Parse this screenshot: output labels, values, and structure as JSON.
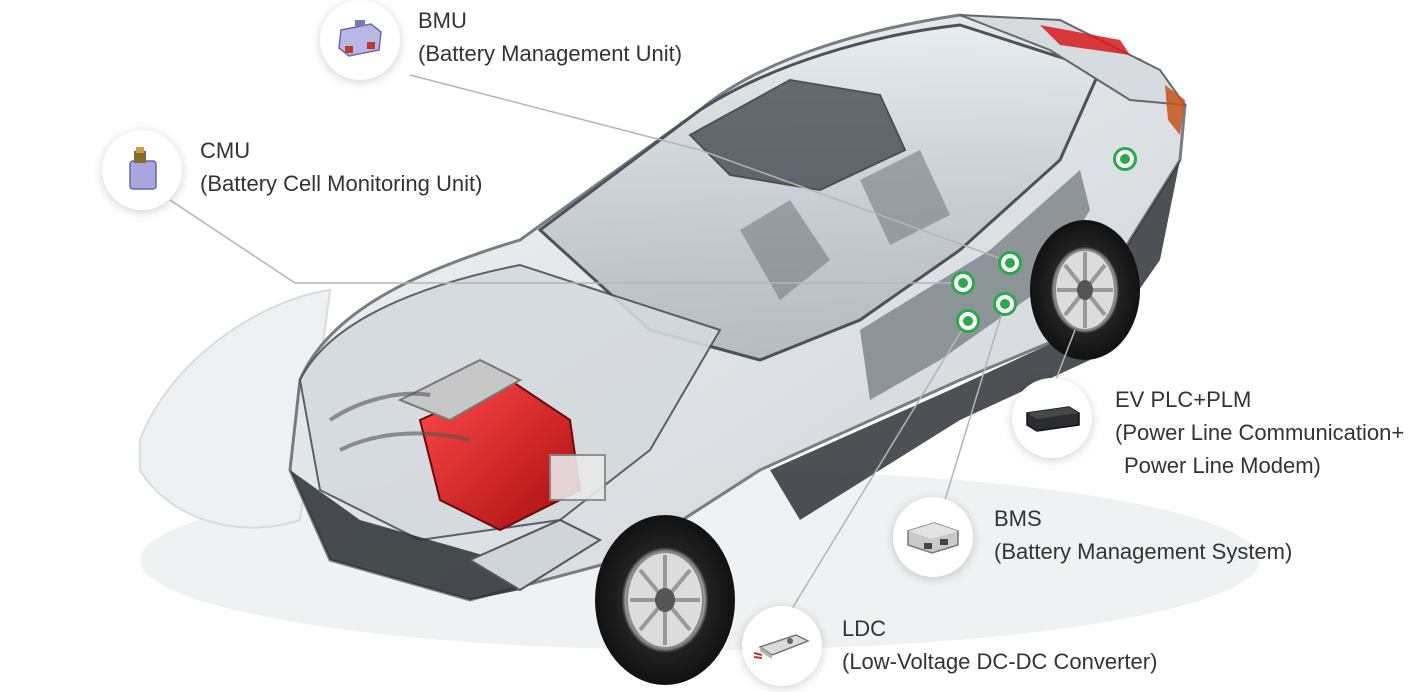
{
  "diagram": {
    "components": [
      {
        "id": "bmu",
        "name": "BMU",
        "description": "(Battery Management Unit)",
        "icon": "bmu-module-icon"
      },
      {
        "id": "cmu",
        "name": "CMU",
        "description": "(Battery Cell Monitoring Unit)",
        "icon": "cmu-module-icon"
      },
      {
        "id": "plc",
        "name": "EV PLC+PLM",
        "description": "(Power Line Communication+",
        "description_line2": "Power Line Modem)",
        "icon": "plc-box-icon"
      },
      {
        "id": "bms",
        "name": "BMS",
        "description": "(Battery Management System)",
        "icon": "bms-module-icon"
      },
      {
        "id": "ldc",
        "name": "LDC",
        "description": "(Low-Voltage DC-DC Converter)",
        "icon": "ldc-converter-icon"
      }
    ],
    "colors": {
      "marker": "#2aa94a",
      "text": "#333333",
      "leader_line": "#b5b5b5",
      "engine_accent": "#d61a1a"
    }
  }
}
